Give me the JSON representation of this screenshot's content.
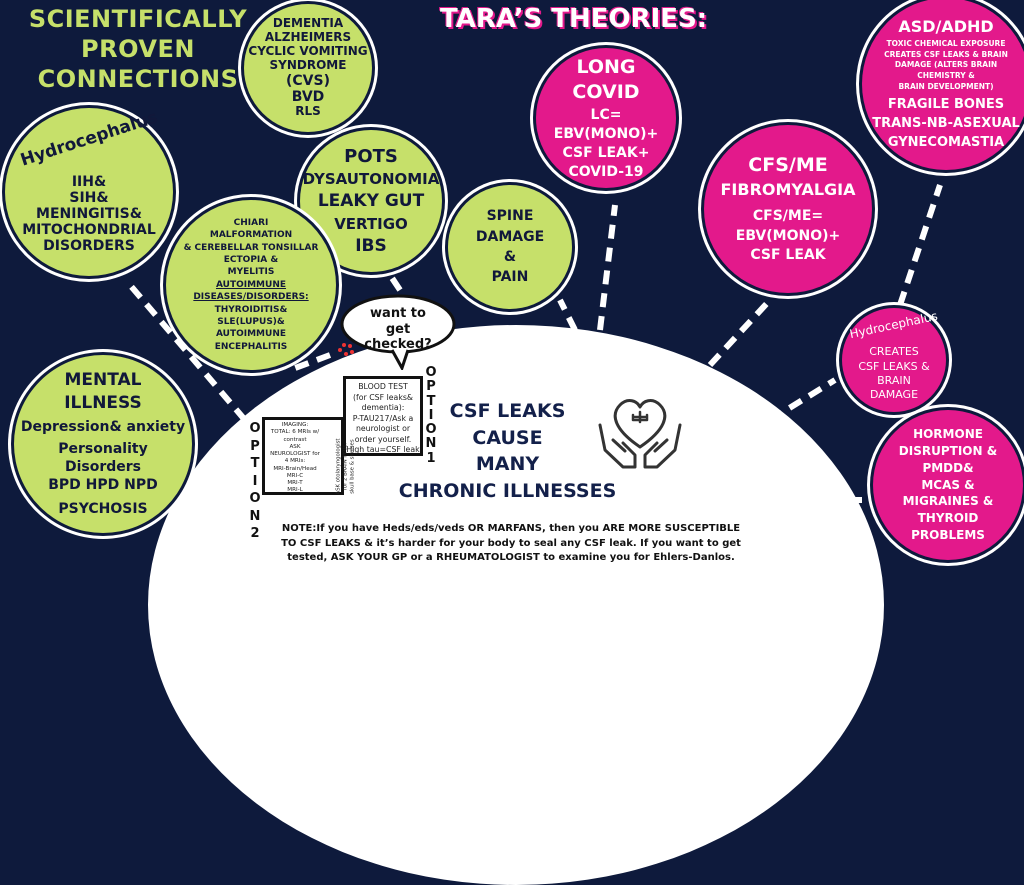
{
  "titles": {
    "left": [
      "SCIENTIFICALLY",
      "PROVEN",
      "CONNECTIONS"
    ],
    "right": "TARA’S THEORIES:"
  },
  "circles": {
    "hydro_left": [
      "Hydrocephalus",
      "IIH&",
      "SIH&",
      "MENINGITIS&",
      "MITOCHONDRIAL",
      "DISORDERS"
    ],
    "dementia": [
      "DEMENTIA",
      "ALZHEIMERS",
      "CYCLIC VOMITING",
      "SYNDROME",
      "(CVS)",
      "BVD",
      "RLS"
    ],
    "pots": [
      "POTS",
      "DYSAUTONOMIA",
      "LEAKY GUT",
      "VERTIGO",
      "IBS"
    ],
    "chiari": [
      "CHIARI",
      "MALFORMATION",
      "& CEREBELLAR TONSILLAR",
      "ECTOPIA &",
      "MYELITIS",
      "AUTOIMMUNE",
      "DISEASES/DISORDERS:",
      "THYROIDITIS&",
      "SLE(LUPUS)&",
      "AUTOIMMUNE",
      "ENCEPHALITIS"
    ],
    "spine": [
      "SPINE",
      "DAMAGE",
      "&",
      "PAIN"
    ],
    "long_covid": [
      "LONG",
      "COVID",
      "LC=",
      "EBV(MONO)+",
      "CSF LEAK+",
      "COVID-19"
    ],
    "cfs": [
      "CFS/ME",
      "FIBROMYALGIA",
      "CFS/ME=",
      "EBV(MONO)+",
      "CSF LEAK"
    ],
    "asd": [
      "ASD/ADHD",
      "TOXIC CHEMICAL EXPOSURE",
      "CREATES CSF LEAKS & BRAIN",
      "DAMAGE (ALTERS BRAIN",
      "CHEMISTRY &",
      "BRAIN DEVELOPMENT)",
      "FRAGILE BONES",
      "TRANS-NB-ASEXUAL",
      "GYNECOMASTIA"
    ],
    "hydro_right": [
      "Hydrocephalus",
      "CREATES",
      "CSF LEAKS &",
      "BRAIN",
      "DAMAGE"
    ],
    "hormone": [
      "HORMONE",
      "DISRUPTION &",
      "PMDD&",
      "MCAS &",
      "MIGRAINES &",
      "THYROID",
      "PROBLEMS"
    ],
    "mental": [
      "MENTAL",
      "ILLNESS",
      "Depression& anxiety",
      "Personality",
      "Disorders",
      "BPD HPD NPD",
      "PSYCHOSIS"
    ]
  },
  "bubble": "want to get checked?",
  "option1": {
    "label": "OPTION1",
    "box": [
      "BLOOD TEST",
      "(for CSF leaks&",
      "dementia):",
      "P-TAU217/Ask a",
      "neurologist or",
      "order yourself.",
      "High tau=CSF leak"
    ]
  },
  "option2": {
    "label": "OPTION2",
    "box": [
      "IMAGING:",
      "TOTAL: 6 MRIs w/",
      "contrast",
      "ASK",
      "NEUROLOGIST for",
      "4 MRIs:",
      "MRI-Brain/Head",
      "MRI-C",
      "MRI-T",
      "MRI-L"
    ],
    "side": [
      "ASK otolaryngologist",
      "for 2 BRAIN MRIs:",
      "skull base & sinuses"
    ]
  },
  "main": [
    "CSF LEAKS",
    "CAUSE",
    "MANY",
    "CHRONIC ILLNESSES"
  ],
  "note": "NOTE:If you have Heds/eds/veds OR MARFANS, then you ARE MORE SUSCEPTIBLE TO CSF LEAKS & it’s harder for your body to seal any CSF leak. If you want to get tested, ASK YOUR GP or a RHEUMATOLOGIST to examine you for Ehlers-Danlos.",
  "colors": {
    "background": "#0e1a3c",
    "lime": "#c6e06a",
    "pink": "#e3198b"
  }
}
